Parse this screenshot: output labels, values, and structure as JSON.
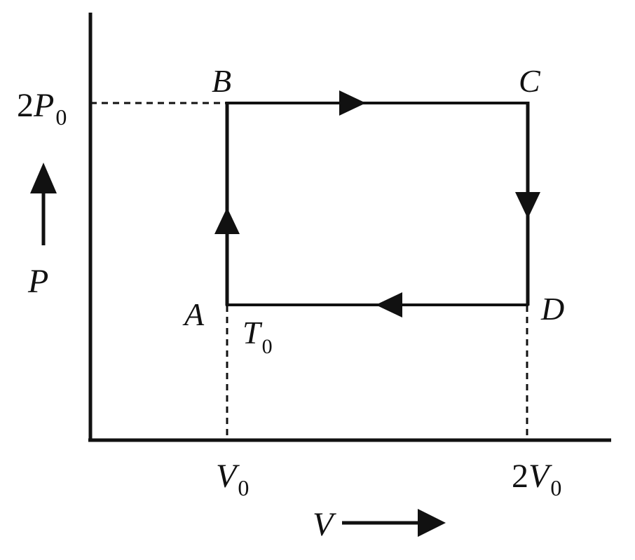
{
  "diagram": {
    "type": "pv-cycle",
    "cycle_order": [
      "A",
      "B",
      "C",
      "D",
      "A"
    ],
    "points": {
      "A": {
        "label": "A",
        "temperature_label": "T",
        "temperature_subscript": "0"
      },
      "B": {
        "label": "B"
      },
      "C": {
        "label": "C"
      },
      "D": {
        "label": "D"
      }
    },
    "axes": {
      "x": {
        "label": "V"
      },
      "y": {
        "label": "P"
      }
    },
    "ticks": {
      "x": [
        {
          "main": "V",
          "sub": "0"
        },
        {
          "coef": "2",
          "main": "V",
          "sub": "0"
        }
      ],
      "y": [
        {
          "coef": "2",
          "main": "P",
          "sub": "0"
        }
      ]
    }
  },
  "colors": {
    "ink": "#111111",
    "background": "#ffffff"
  }
}
